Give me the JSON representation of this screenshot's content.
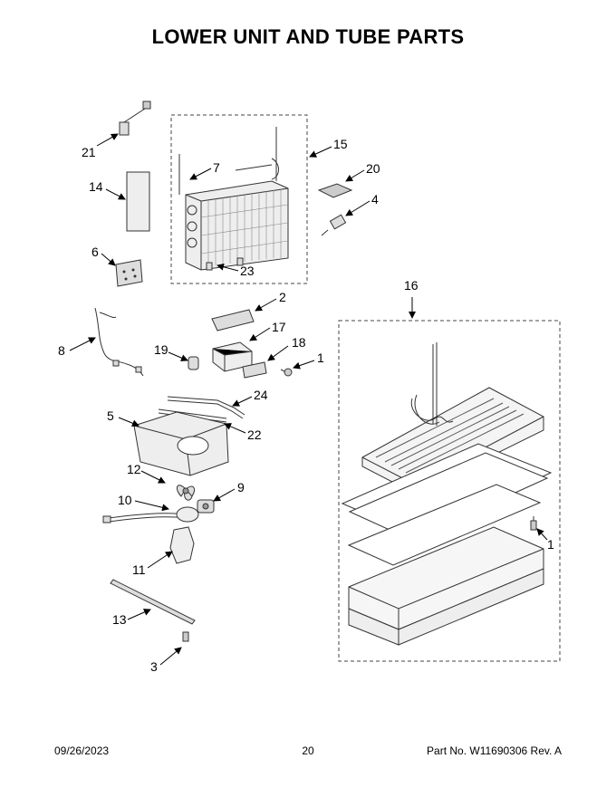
{
  "page": {
    "title": "LOWER UNIT AND TUBE PARTS"
  },
  "callouts": [
    {
      "id": "c21",
      "label": "21"
    },
    {
      "id": "c7",
      "label": "7"
    },
    {
      "id": "c15",
      "label": "15"
    },
    {
      "id": "c20",
      "label": "20"
    },
    {
      "id": "c14",
      "label": "14"
    },
    {
      "id": "c4",
      "label": "4"
    },
    {
      "id": "c6",
      "label": "6"
    },
    {
      "id": "c23",
      "label": "23"
    },
    {
      "id": "c16",
      "label": "16"
    },
    {
      "id": "c2",
      "label": "2"
    },
    {
      "id": "c17",
      "label": "17"
    },
    {
      "id": "c8",
      "label": "8"
    },
    {
      "id": "c19",
      "label": "19"
    },
    {
      "id": "c18",
      "label": "18"
    },
    {
      "id": "c1a",
      "label": "1"
    },
    {
      "id": "c24",
      "label": "24"
    },
    {
      "id": "c5",
      "label": "5"
    },
    {
      "id": "c22",
      "label": "22"
    },
    {
      "id": "c12",
      "label": "12"
    },
    {
      "id": "c9",
      "label": "9"
    },
    {
      "id": "c10",
      "label": "10"
    },
    {
      "id": "c1b",
      "label": "1"
    },
    {
      "id": "c11",
      "label": "11"
    },
    {
      "id": "c13",
      "label": "13"
    },
    {
      "id": "c3",
      "label": "3"
    }
  ],
  "footer": {
    "date": "09/26/2023",
    "page_number": "20",
    "part_info": "Part No.  W11690306  Rev.  A"
  }
}
